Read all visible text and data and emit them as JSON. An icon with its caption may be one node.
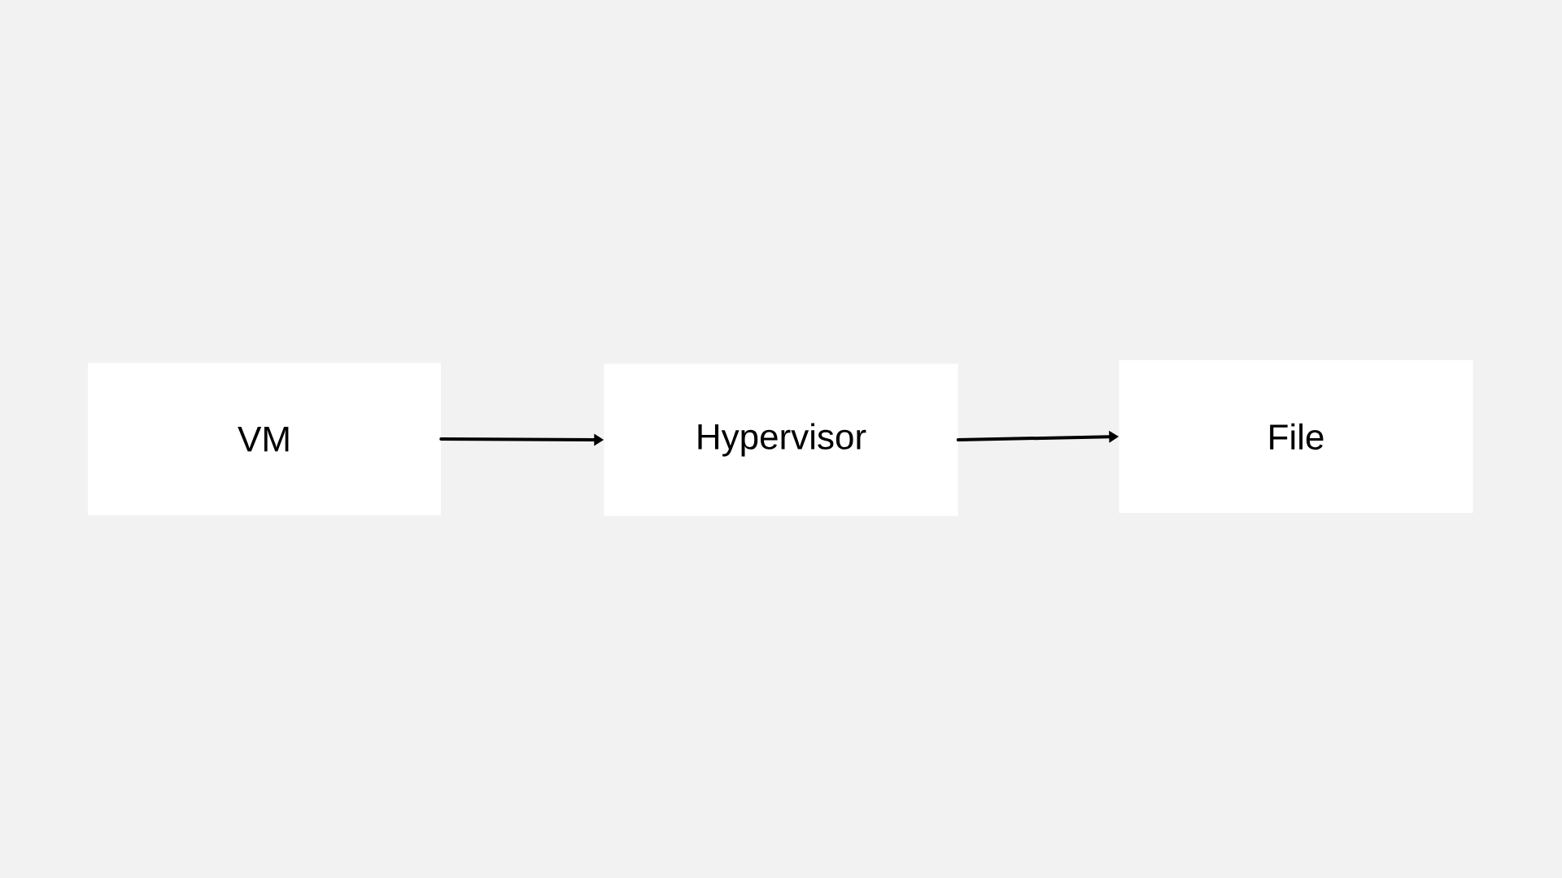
{
  "diagram": {
    "nodes": [
      {
        "text": [
          "VM"
        ]
      },
      {
        "text": [
          "Hypervisor"
        ]
      },
      {
        "text": [
          "File"
        ]
      }
    ],
    "edges": [
      {
        "from": 0,
        "to": 1,
        "arrow": "to"
      },
      {
        "from": 1,
        "to": 2,
        "arrow": "to"
      }
    ]
  }
}
